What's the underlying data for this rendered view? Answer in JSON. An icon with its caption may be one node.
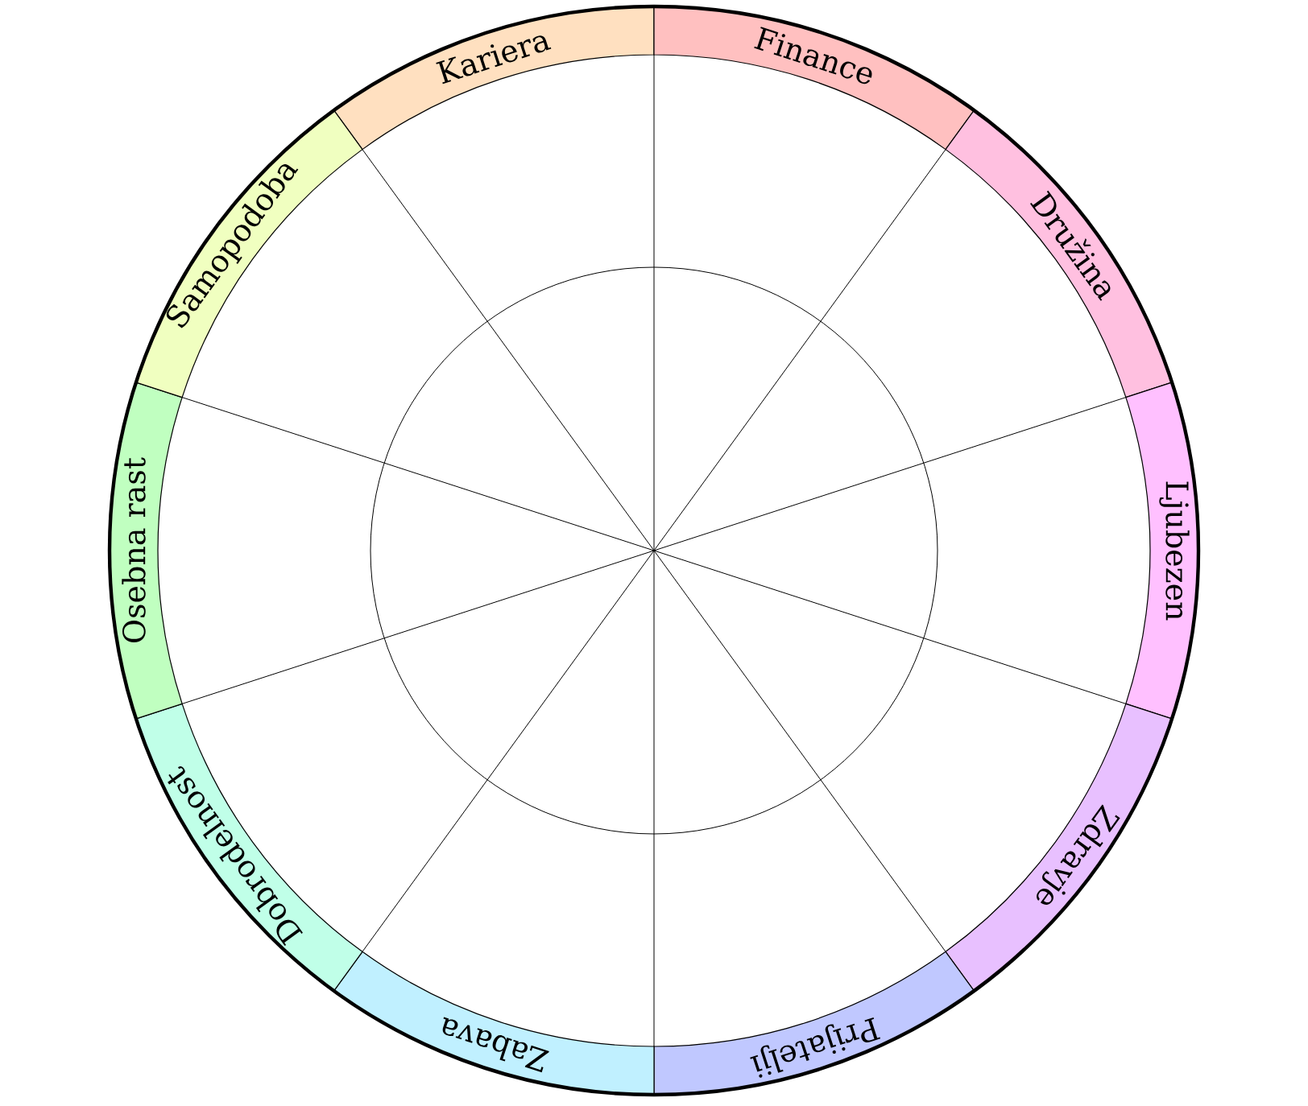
{
  "diagram": {
    "nodes": [
      {
        "text": [
          "Kariera"
        ]
      },
      {
        "text": [
          "Finance"
        ]
      },
      {
        "text": [
          "Družina"
        ]
      },
      {
        "text": [
          "Ljubezen"
        ]
      },
      {
        "text": [
          "Zdravje"
        ]
      },
      {
        "text": [
          "Prijatelji"
        ]
      },
      {
        "text": [
          "Zabava"
        ]
      },
      {
        "text": [
          "Dobrodelnost"
        ]
      },
      {
        "text": [
          "Osebna rast"
        ]
      },
      {
        "text": [
          "Samopodoba"
        ]
      }
    ]
  }
}
